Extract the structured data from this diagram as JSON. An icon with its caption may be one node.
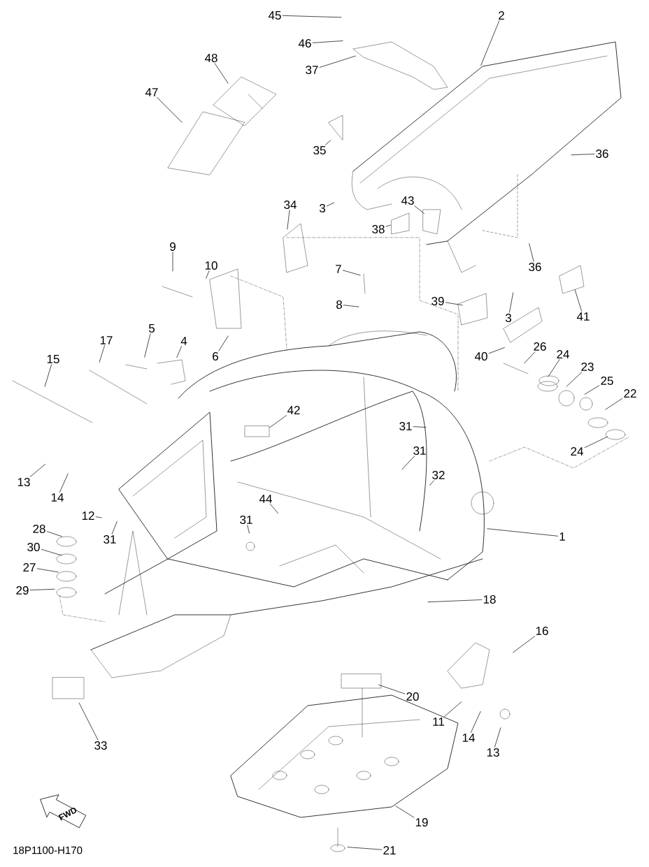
{
  "diagram": {
    "nodes": [
      {
        "text": [
          "45"
        ]
      },
      {
        "text": [
          "46"
        ]
      },
      {
        "text": [
          "37"
        ]
      },
      {
        "text": [
          "2"
        ]
      },
      {
        "text": [
          "48"
        ]
      },
      {
        "text": [
          "47"
        ]
      },
      {
        "text": [
          "35"
        ]
      },
      {
        "text": [
          "36"
        ]
      },
      {
        "text": [
          "3"
        ]
      },
      {
        "text": [
          "34"
        ]
      },
      {
        "text": [
          "43"
        ]
      },
      {
        "text": [
          "38"
        ]
      },
      {
        "text": [
          "9"
        ]
      },
      {
        "text": [
          "10"
        ]
      },
      {
        "text": [
          "36"
        ]
      },
      {
        "text": [
          "7"
        ]
      },
      {
        "text": [
          "8"
        ]
      },
      {
        "text": [
          "39"
        ]
      },
      {
        "text": [
          "3"
        ]
      },
      {
        "text": [
          "41"
        ]
      },
      {
        "text": [
          "6"
        ]
      },
      {
        "text": [
          "5"
        ]
      },
      {
        "text": [
          "4"
        ]
      },
      {
        "text": [
          "17"
        ]
      },
      {
        "text": [
          "15"
        ]
      },
      {
        "text": [
          "40"
        ]
      },
      {
        "text": [
          "26"
        ]
      },
      {
        "text": [
          "24"
        ]
      },
      {
        "text": [
          "23"
        ]
      },
      {
        "text": [
          "25"
        ]
      },
      {
        "text": [
          "22"
        ]
      },
      {
        "text": [
          "24"
        ]
      },
      {
        "text": [
          "42"
        ]
      },
      {
        "text": [
          "31"
        ]
      },
      {
        "text": [
          "31"
        ]
      },
      {
        "text": [
          "13"
        ]
      },
      {
        "text": [
          "14"
        ]
      },
      {
        "text": [
          "32"
        ]
      },
      {
        "text": [
          "44"
        ]
      },
      {
        "text": [
          "12"
        ]
      },
      {
        "text": [
          "1"
        ]
      },
      {
        "text": [
          "31"
        ]
      },
      {
        "text": [
          "31"
        ]
      },
      {
        "text": [
          "28"
        ]
      },
      {
        "text": [
          "30"
        ]
      },
      {
        "text": [
          "27"
        ]
      },
      {
        "text": [
          "29"
        ]
      },
      {
        "text": [
          "18"
        ]
      },
      {
        "text": [
          "16"
        ]
      },
      {
        "text": [
          "20"
        ]
      },
      {
        "text": [
          "33"
        ]
      },
      {
        "text": [
          "11"
        ]
      },
      {
        "text": [
          "14"
        ]
      },
      {
        "text": [
          "13"
        ]
      },
      {
        "text": [
          "19"
        ]
      },
      {
        "text": [
          "21"
        ]
      }
    ],
    "edges": [
      {
        "from": 0,
        "to": null,
        "arrow": "none"
      },
      {
        "from": 1,
        "to": null,
        "arrow": "none"
      },
      {
        "from": 2,
        "to": null,
        "arrow": "none"
      },
      {
        "from": 3,
        "to": null,
        "arrow": "none"
      },
      {
        "from": 4,
        "to": null,
        "arrow": "none"
      },
      {
        "from": 5,
        "to": null,
        "arrow": "none"
      },
      {
        "from": 6,
        "to": null,
        "arrow": "none"
      },
      {
        "from": 7,
        "to": null,
        "arrow": "none"
      },
      {
        "from": 8,
        "to": null,
        "arrow": "none"
      },
      {
        "from": 9,
        "to": null,
        "arrow": "none"
      },
      {
        "from": 10,
        "to": null,
        "arrow": "none"
      },
      {
        "from": 11,
        "to": null,
        "arrow": "none"
      },
      {
        "from": 12,
        "to": null,
        "arrow": "none"
      },
      {
        "from": 13,
        "to": null,
        "arrow": "none"
      },
      {
        "from": 14,
        "to": null,
        "arrow": "none"
      },
      {
        "from": 15,
        "to": null,
        "arrow": "none"
      },
      {
        "from": 16,
        "to": null,
        "arrow": "none"
      },
      {
        "from": 17,
        "to": null,
        "arrow": "none"
      },
      {
        "from": 18,
        "to": null,
        "arrow": "none"
      },
      {
        "from": 19,
        "to": null,
        "arrow": "none"
      },
      {
        "from": 20,
        "to": null,
        "arrow": "none"
      },
      {
        "from": 21,
        "to": null,
        "arrow": "none"
      },
      {
        "from": 22,
        "to": null,
        "arrow": "none"
      },
      {
        "from": 23,
        "to": null,
        "arrow": "none"
      },
      {
        "from": 24,
        "to": null,
        "arrow": "none"
      },
      {
        "from": 25,
        "to": null,
        "arrow": "none"
      },
      {
        "from": 26,
        "to": null,
        "arrow": "none"
      },
      {
        "from": 27,
        "to": null,
        "arrow": "none"
      },
      {
        "from": 28,
        "to": null,
        "arrow": "none"
      },
      {
        "from": 29,
        "to": null,
        "arrow": "none"
      },
      {
        "from": 30,
        "to": null,
        "arrow": "none"
      },
      {
        "from": 31,
        "to": null,
        "arrow": "none"
      },
      {
        "from": 32,
        "to": null,
        "arrow": "none"
      },
      {
        "from": 33,
        "to": null,
        "arrow": "none"
      },
      {
        "from": 34,
        "to": null,
        "arrow": "none"
      },
      {
        "from": 35,
        "to": null,
        "arrow": "none"
      },
      {
        "from": 36,
        "to": null,
        "arrow": "none"
      },
      {
        "from": 37,
        "to": null,
        "arrow": "none"
      },
      {
        "from": 38,
        "to": null,
        "arrow": "none"
      },
      {
        "from": 39,
        "to": null,
        "arrow": "none"
      },
      {
        "from": 40,
        "to": null,
        "arrow": "none"
      },
      {
        "from": 41,
        "to": null,
        "arrow": "none"
      },
      {
        "from": 42,
        "to": null,
        "arrow": "none"
      },
      {
        "from": 43,
        "to": null,
        "arrow": "none"
      },
      {
        "from": 44,
        "to": null,
        "arrow": "none"
      },
      {
        "from": 45,
        "to": null,
        "arrow": "none"
      },
      {
        "from": 46,
        "to": null,
        "arrow": "none"
      },
      {
        "from": 47,
        "to": null,
        "arrow": "none"
      },
      {
        "from": 48,
        "to": null,
        "arrow": "none"
      },
      {
        "from": 49,
        "to": null,
        "arrow": "none"
      },
      {
        "from": 50,
        "to": null,
        "arrow": "none"
      },
      {
        "from": 51,
        "to": null,
        "arrow": "none"
      },
      {
        "from": 52,
        "to": null,
        "arrow": "none"
      },
      {
        "from": 53,
        "to": null,
        "arrow": "none"
      },
      {
        "from": 54,
        "to": null,
        "arrow": "none"
      },
      {
        "from": 55,
        "to": null,
        "arrow": "none"
      }
    ],
    "labels": [
      "FWD",
      "18P1100-H170"
    ]
  }
}
